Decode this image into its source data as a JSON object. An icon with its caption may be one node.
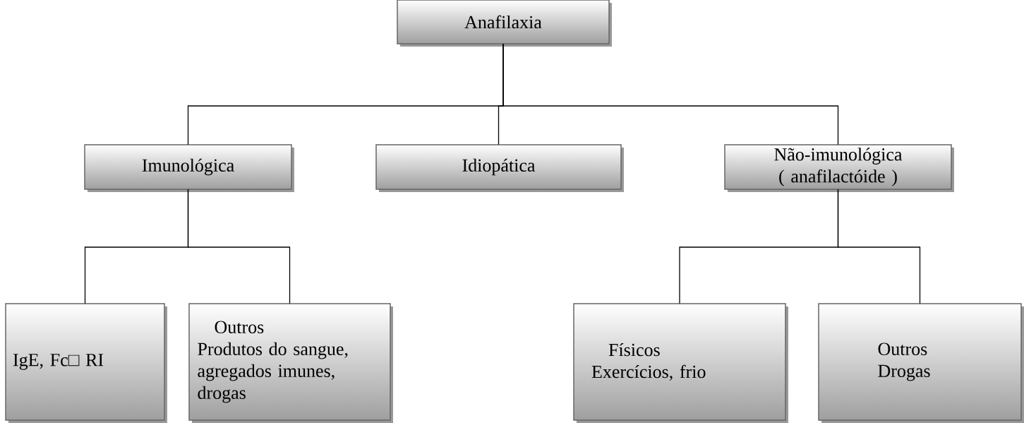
{
  "diagram": {
    "nodes": [
      {
        "text": [
          "Anafilaxia"
        ]
      },
      {
        "text": [
          "Imunológica"
        ]
      },
      {
        "text": [
          "Idiopática"
        ]
      },
      {
        "text": [
          "Não-imunológica ( anafilactóide )"
        ]
      },
      {
        "text": [
          "IgE, Fc□ RI"
        ]
      },
      {
        "text": [
          "Outros",
          "Produtos do sangue, agregados imunes, drogas"
        ]
      },
      {
        "text": [
          "Físicos",
          "Exercícios, frio"
        ]
      },
      {
        "text": [
          "Outros",
          "Drogas"
        ]
      }
    ],
    "edges": [
      {
        "from": 0,
        "to": 1,
        "arrow": "none"
      },
      {
        "from": 0,
        "to": 2,
        "arrow": "none"
      },
      {
        "from": 0,
        "to": 3,
        "arrow": "none"
      },
      {
        "from": 1,
        "to": 4,
        "arrow": "none"
      },
      {
        "from": 1,
        "to": 5,
        "arrow": "none"
      },
      {
        "from": 3,
        "to": 6,
        "arrow": "none"
      },
      {
        "from": 3,
        "to": 7,
        "arrow": "none"
      }
    ]
  }
}
